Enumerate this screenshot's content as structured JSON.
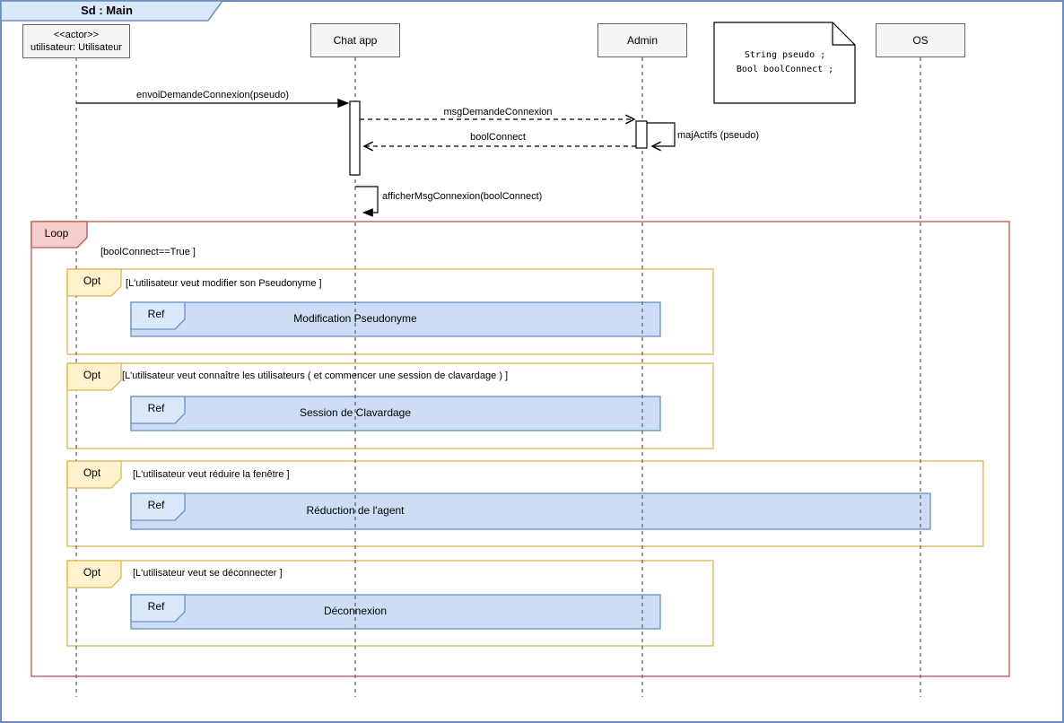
{
  "frame": {
    "title": "Sd : Main"
  },
  "participants": [
    {
      "stereotype": "<<actor>>",
      "label": "utilisateur: Utilisateur"
    },
    {
      "label": "Chat app"
    },
    {
      "label": "Admin"
    },
    {
      "label": "OS"
    }
  ],
  "note": {
    "line1": "String pseudo ;",
    "line2": "Bool boolConnect ;"
  },
  "messages": {
    "envoi_demande_connexion": "envoiDemandeConnexion(pseudo)",
    "msg_demande_connexion": "msgDemandeConnexion",
    "maj_actifs": "majActifs (pseudo)",
    "bool_connect": "boolConnect",
    "afficher_msg_connexion": "afficherMsgConnexion(boolConnect)"
  },
  "loop_fragment": {
    "operator": "Loop",
    "guard": "[boolConnect==True ]"
  },
  "opt_fragments": [
    {
      "operator": "Opt",
      "guard": "[L'utilisateur veut modifier son Pseudonyme ]",
      "ref_operator": "Ref",
      "ref_label": "Modification Pseudonyme"
    },
    {
      "operator": "Opt",
      "guard": "[L'utilisateur veut connaître les utilisateurs ( et commencer une session de clavardage ) ]",
      "ref_operator": "Ref",
      "ref_label": "Session de Clavardage"
    },
    {
      "operator": "Opt",
      "guard": "[L'utilisateur veut réduire la fenêtre ]",
      "ref_operator": "Ref",
      "ref_label": "Réduction de l'agent"
    },
    {
      "operator": "Opt",
      "guard": "[L'utilisateur veut se déconnecter ]",
      "ref_operator": "Ref",
      "ref_label": "Déconnexion"
    }
  ],
  "colors": {
    "frame_blue_stroke": "#6c8ebf",
    "frame_blue_fill": "#dae8fc",
    "loop_stroke": "#b85450",
    "loop_fill": "#f8cecc",
    "opt_stroke": "#d6b656",
    "opt_fill": "#fff2cc",
    "ref_stroke": "#6c8ebf",
    "ref_bar_fill": "#ccddf5",
    "ref_tab_fill": "#dae8fc",
    "participant_fill": "#f5f5f5",
    "participant_stroke": "#666666",
    "lifeline_gray": "#5c5c5c"
  }
}
